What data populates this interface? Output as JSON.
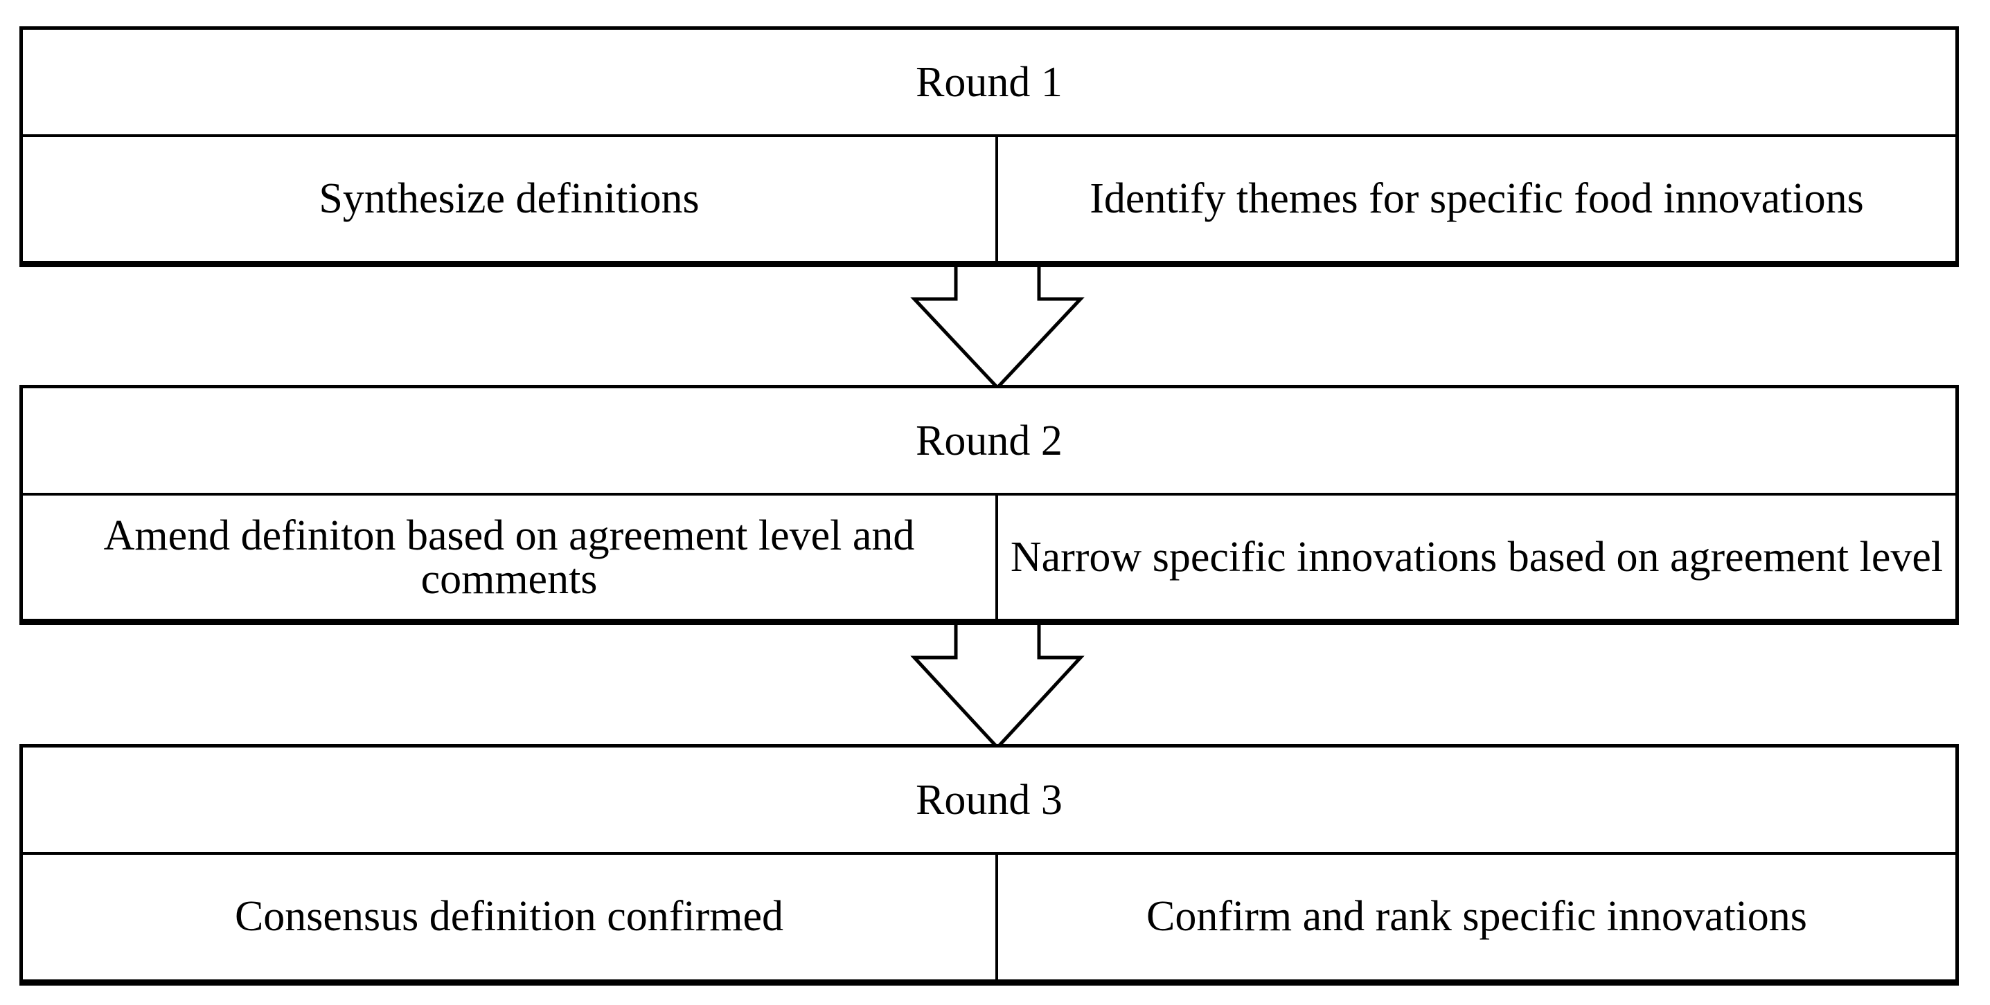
{
  "rounds": [
    {
      "title": "Round 1",
      "left": "Synthesize definitions",
      "right": "Identify themes for specific food innovations"
    },
    {
      "title": "Round 2",
      "left": "Amend definiton based on agreement level and comments",
      "right": "Narrow specific innovations based on agreement level"
    },
    {
      "title": "Round 3",
      "left": "Consensus definition confirmed",
      "right": "Confirm and rank specific innovations"
    }
  ]
}
